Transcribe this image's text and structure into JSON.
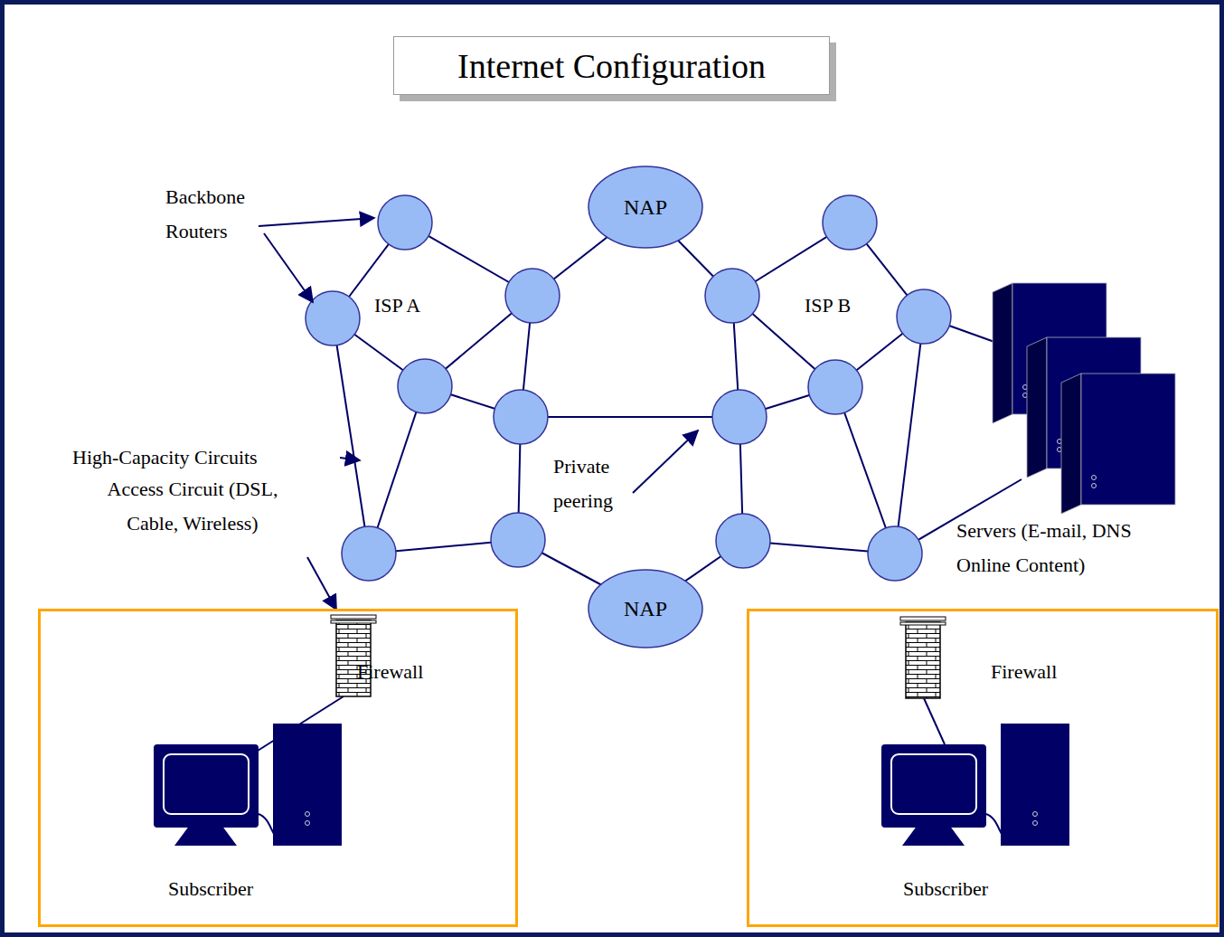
{
  "diagram": {
    "title": "Internet Configuration",
    "nodes": [
      {
        "text": [
          "NAP"
        ]
      },
      {
        "text": [
          "NAP"
        ]
      },
      {
        "text": [
          "Firewall",
          "Subscriber"
        ]
      },
      {
        "text": [
          "Firewall",
          "Subscriber"
        ]
      }
    ],
    "labels": [
      "Backbone Routers",
      "ISP A",
      "ISP B",
      "High-Capacity Circuits",
      "Access Circuit (DSL, Cable, Wireless)",
      "Private peering",
      "Servers (E-mail, DNS Online Content)"
    ]
  }
}
